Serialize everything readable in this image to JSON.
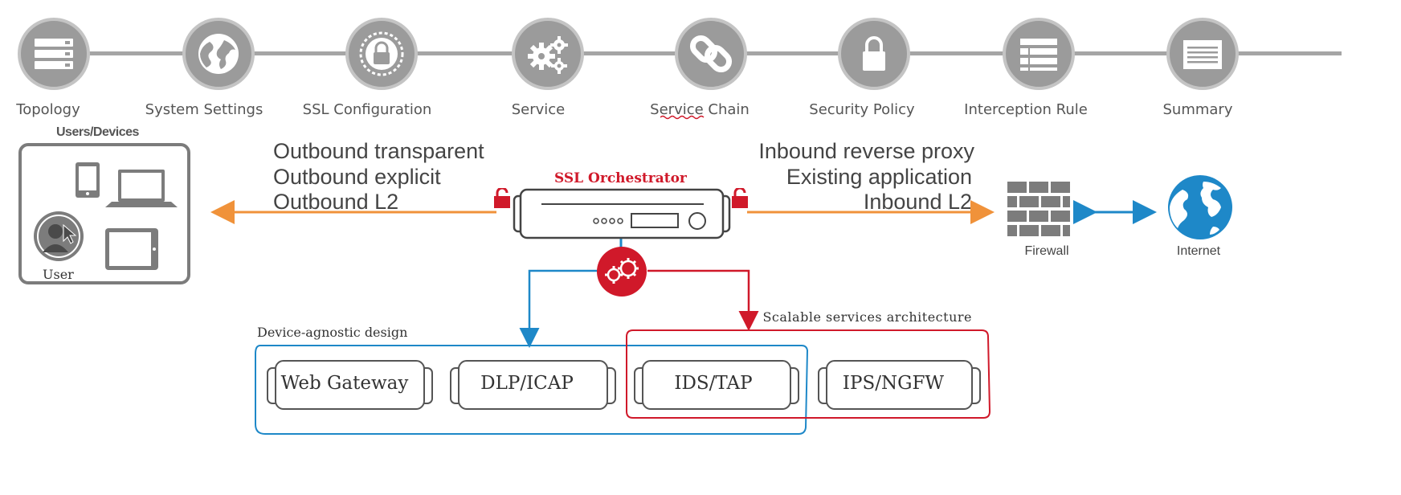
{
  "wizard": {
    "steps": [
      {
        "label": "Topology",
        "icon": "server-stack-icon"
      },
      {
        "label": "System Settings",
        "icon": "globe-icon"
      },
      {
        "label": "SSL Configuration",
        "icon": "lock-badge-icon"
      },
      {
        "label": "Service",
        "icon": "gears-icon"
      },
      {
        "label": "Service Chain",
        "icon": "chain-link-icon"
      },
      {
        "label": "Security Policy",
        "icon": "padlock-icon"
      },
      {
        "label": "Interception Rule",
        "icon": "list-icon"
      },
      {
        "label": "Summary",
        "icon": "document-icon"
      }
    ]
  },
  "diagram": {
    "users_title": "Users/Devices",
    "user_label": "User",
    "outbound_modes": [
      "Outbound transparent",
      "Outbound explicit",
      "Outbound L2"
    ],
    "inbound_modes": [
      "Inbound reverse proxy",
      "Existing application",
      "Inbound L2"
    ],
    "orchestrator_label": "SSL Orchestrator",
    "firewall_label": "Firewall",
    "internet_label": "Internet",
    "device_agnostic_label": "Device-agnostic design",
    "scalable_label": "Scalable services architecture",
    "services": [
      "Web Gateway",
      "DLP/ICAP",
      "IDS/TAP",
      "IPS/NGFW"
    ],
    "colors": {
      "accent_red": "#d0192a",
      "orange_line": "#f0923a",
      "blue_line": "#1e88c8",
      "icon_gray": "#9b9b9b"
    }
  }
}
